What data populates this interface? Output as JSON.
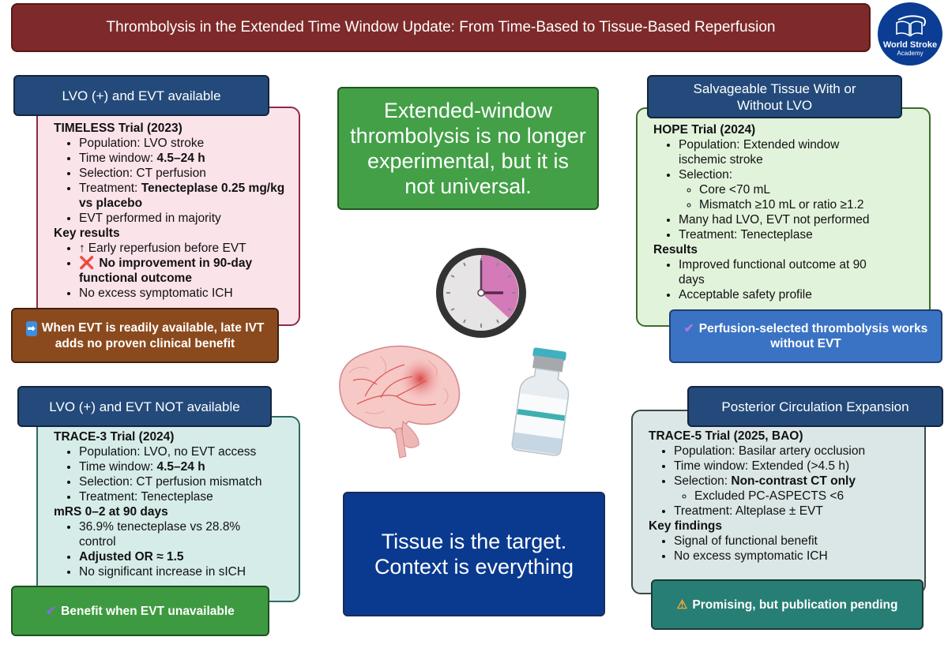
{
  "title": "Thrombolysis in the Extended Time Window Update: From Time-Based to Tissue-Based Reperfusion",
  "logo": {
    "line1": "World Stroke",
    "line2": "Academy"
  },
  "colors": {
    "title_bg": "#7e2a2a",
    "header_bg": "#234a7a",
    "panel1_bg": "#fbe3ea",
    "panel2_bg": "#e2f3dc",
    "panel3_bg": "#d6ece9",
    "panel4_bg": "#dbe7e6",
    "callout1_bg": "#8b4a1e",
    "callout2_bg": "#3b73c4",
    "callout3_bg": "#3e9a40",
    "callout4_bg": "#277e74",
    "center_top_bg": "#43a047",
    "center_bottom_bg": "#0a3a8f"
  },
  "center": {
    "top_message": "Extended-window thrombolysis is no longer experimental, but it is not universal.",
    "bottom_line1": "Tissue is the target.",
    "bottom_line2": "Context is everything"
  },
  "quadrants": {
    "top_left": {
      "header": "LVO (+) and EVT available",
      "trial": "TIMELESS Trial (2023)",
      "items": [
        {
          "label": "Population: ",
          "value": "LVO stroke",
          "bold": false
        },
        {
          "label": "Time window: ",
          "value": "4.5–24 h",
          "bold": true
        },
        {
          "label": "Selection: ",
          "value": "CT perfusion",
          "bold": false
        },
        {
          "label": "Treatment: ",
          "value": "Tenecteplase 0.25 mg/kg vs placebo",
          "bold": true
        },
        {
          "label": "",
          "value": "EVT performed in majority",
          "bold": false
        }
      ],
      "results_heading": "Key results",
      "results": [
        {
          "icon": "↑",
          "text": "Early reperfusion before EVT",
          "bold": false
        },
        {
          "icon": "❌",
          "text": "No improvement in 90-day functional outcome",
          "bold": true
        },
        {
          "icon": "",
          "text": "No excess symptomatic ICH",
          "bold": false
        }
      ],
      "callout_icon": "➡",
      "callout": "When EVT is readily available, late IVT adds no proven clinical benefit"
    },
    "top_right": {
      "header": "Salvageable Tissue With or Without LVO",
      "trial": "HOPE Trial (2024)",
      "items": [
        {
          "text": "Population: Extended window ischemic stroke"
        },
        {
          "text": "Selection:",
          "sub": [
            "Core <70 mL",
            "Mismatch ≥10 mL or ratio ≥1.2"
          ]
        },
        {
          "text": "Many had LVO, EVT not performed"
        },
        {
          "text": "Treatment: Tenecteplase"
        }
      ],
      "results_heading": "Results",
      "results": [
        "Improved functional outcome at 90 days",
        "Acceptable safety profile"
      ],
      "callout_icon": "✔",
      "callout": "Perfusion-selected thrombolysis works without EVT"
    },
    "bottom_left": {
      "header": "LVO (+) and EVT NOT available",
      "trial": "TRACE-3 Trial (2024)",
      "items": [
        {
          "label": "Population: ",
          "value": "LVO, no EVT access",
          "bold": false
        },
        {
          "label": "Time window: ",
          "value": "4.5–24 h",
          "bold": true
        },
        {
          "label": "Selection: ",
          "value": "CT perfusion mismatch",
          "bold": false
        },
        {
          "label": "Treatment: ",
          "value": "Tenecteplase",
          "bold": false
        }
      ],
      "results_heading": "mRS 0–2 at 90 days",
      "results": [
        {
          "text": "36.9% tenecteplase vs 28.8% control",
          "bold": false
        },
        {
          "text": "Adjusted OR ≈ 1.5",
          "bold": true
        },
        {
          "text": "No significant increase in sICH",
          "bold": false
        }
      ],
      "callout_icon": "✔",
      "callout": "Benefit when EVT unavailable"
    },
    "bottom_right": {
      "header": "Posterior Circulation Expansion",
      "trial": "TRACE-5 Trial (2025, BAO)",
      "items": [
        {
          "label": "Population: ",
          "value": "Basilar artery occlusion",
          "bold": false
        },
        {
          "label": "Time window: ",
          "value": "Extended (>4.5 h)",
          "bold": false
        },
        {
          "label": "Selection: ",
          "value": "Non-contrast CT only",
          "bold": true,
          "sub": [
            "Excluded PC-ASPECTS <6"
          ]
        },
        {
          "label": "Treatment: ",
          "value": "Alteplase ± EVT",
          "bold": false
        }
      ],
      "results_heading": "Key findings",
      "results": [
        "Signal of functional benefit",
        "No excess symptomatic ICH"
      ],
      "callout_icon": "⚠",
      "callout": "Promising, but publication pending"
    }
  },
  "illustrations": [
    "clock-icon",
    "brain-icon",
    "vial-icon"
  ]
}
